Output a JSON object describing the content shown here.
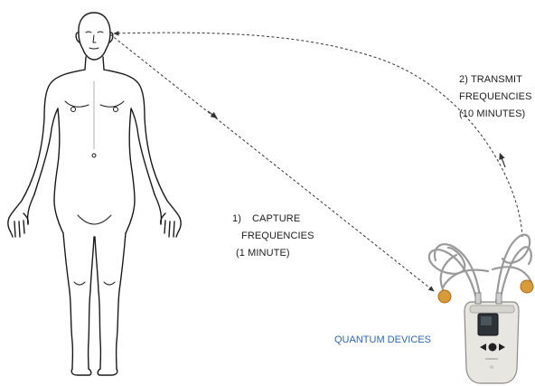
{
  "steps": {
    "capture": {
      "number": "1)",
      "line1": "CAPTURE",
      "line2": "FREQUENCIES",
      "line3": "(1 MINUTE)"
    },
    "transmit": {
      "line1": "2) TRANSMIT",
      "line2": "FREQUENCIES",
      "line3": "(10 MINUTES)"
    }
  },
  "device": {
    "label": "QUANTUM DEVICES"
  },
  "colors": {
    "outline": "#1a1a1a",
    "arrow": "#333333",
    "device_label": "#2e66b8",
    "device_body": "#e7e6e1",
    "cable": "#9a9a9a",
    "electrode": "#d99a3a"
  },
  "icons": {
    "device_buttons": [
      "left-arrow-icon",
      "circle-button-icon",
      "right-arrow-icon"
    ]
  }
}
